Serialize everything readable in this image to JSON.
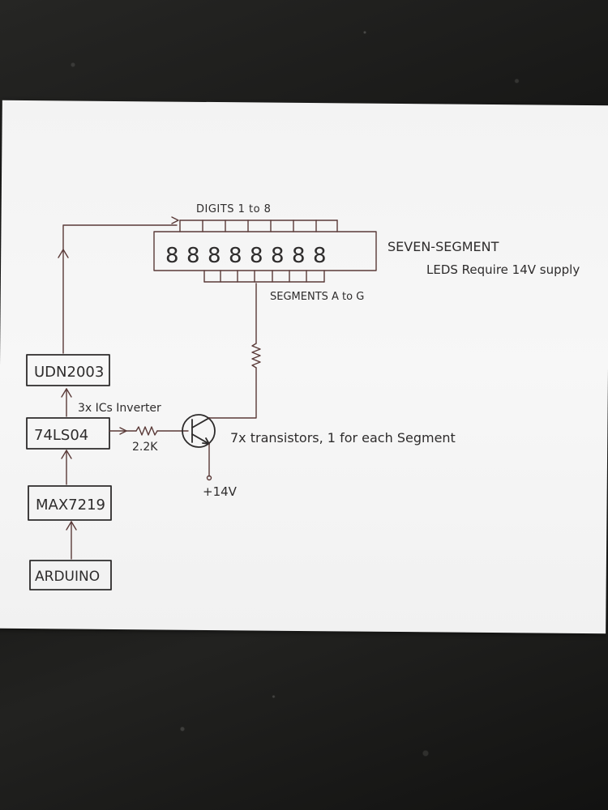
{
  "header": {
    "digits_label": "DIGITS 1 to 8"
  },
  "display": {
    "title": "SEVEN-SEGMENT",
    "note": "LEDS Require 14V supply",
    "digit_glyphs": [
      "8",
      "8",
      "8",
      "8",
      "8",
      "8",
      "8",
      "8"
    ]
  },
  "segments_label": "SEGMENTS A to G",
  "blocks": {
    "udn": "UDN2003",
    "inverter": "74LS04",
    "max": "MAX7219",
    "arduino": "ARDUINO"
  },
  "notes": {
    "inverter_note": "3x ICs Inverter",
    "resistor_value": "2.2K",
    "transistor_note": "7x transistors, 1 for each Segment",
    "supply": "+14V"
  },
  "colors": {
    "ink": "#2e2c2c",
    "wire": "#5a3a38",
    "paper": "#f4f4f4"
  }
}
